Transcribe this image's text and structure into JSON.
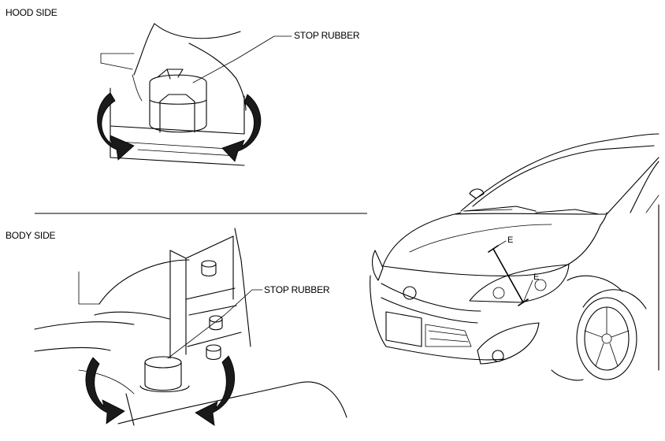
{
  "hood_side": {
    "title": "HOOD SIDE",
    "callout": "STOP RUBBER"
  },
  "body_side": {
    "title": "BODY SIDE",
    "callout": "STOP RUBBER"
  },
  "vehicle": {
    "marker_top": "E",
    "marker_bottom": "E"
  },
  "colors": {
    "line": "#000000",
    "background": "#ffffff",
    "arrow_fill": "#1a1a1a"
  }
}
